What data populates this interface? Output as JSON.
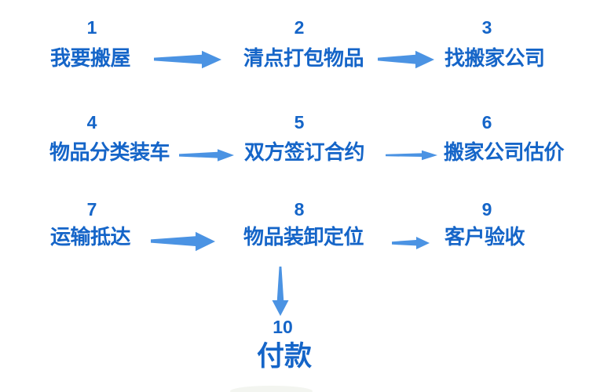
{
  "flow": {
    "steps": [
      {
        "num": "1",
        "label": "我要搬屋"
      },
      {
        "num": "2",
        "label": "清点打包物品"
      },
      {
        "num": "3",
        "label": "找搬家公司"
      },
      {
        "num": "4",
        "label": "物品分类装车"
      },
      {
        "num": "5",
        "label": "双方签订合约"
      },
      {
        "num": "6",
        "label": "搬家公司估价"
      },
      {
        "num": "7",
        "label": "运输抵达"
      },
      {
        "num": "8",
        "label": "物品装卸定位"
      },
      {
        "num": "9",
        "label": "客户验收"
      },
      {
        "num": "10",
        "label": "付款"
      }
    ],
    "connections": [
      "1→2",
      "2→3",
      "4→5",
      "5→6",
      "7→8",
      "8→9",
      "8→10"
    ]
  },
  "palette": {
    "step_text_blue": "#1565C8",
    "arrow_blue": "#4B93E3",
    "background": "#FFFFFF"
  }
}
